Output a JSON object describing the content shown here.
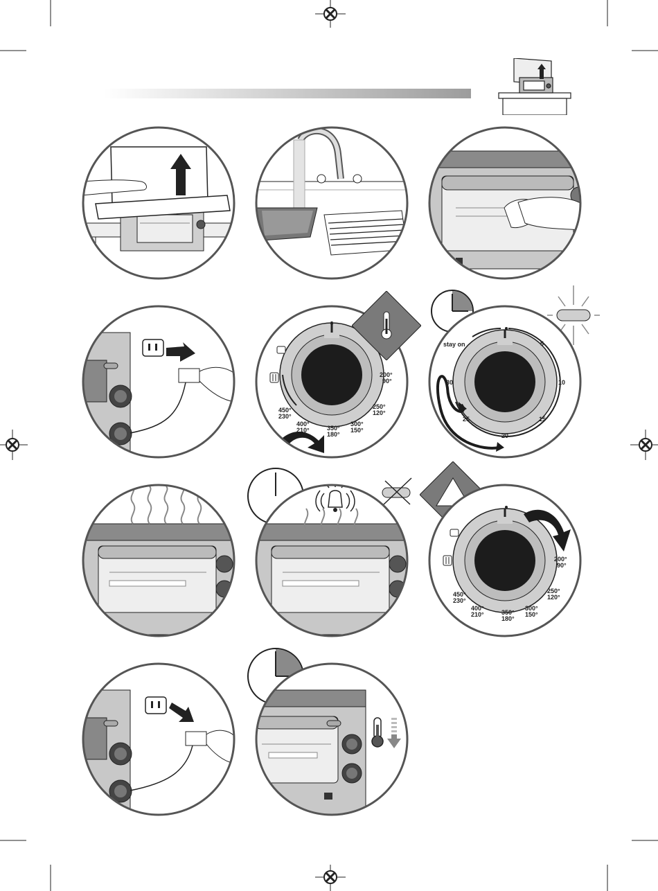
{
  "page": {
    "background": "#ffffff"
  },
  "colors": {
    "ink": "#222222",
    "mid_gray": "#9a9a9a",
    "light_gray": "#cfcfcf",
    "dark_gray": "#6e6e6e",
    "black": "#1c1c1c"
  },
  "icons": [
    "registration-mark-icon",
    "unpack-box-icon",
    "wash-accessories-icon",
    "wipe-oven-icon",
    "plug-in-icon",
    "thermostat-icon",
    "timer-icon",
    "indicator-light-icon",
    "smoke-icon",
    "bell-icon",
    "light-off-icon",
    "unplug-icon",
    "cool-down-icon"
  ],
  "thermostat_dial": {
    "temps": [
      {
        "f": "200°",
        "c": "90°"
      },
      {
        "f": "250°",
        "c": "120°"
      },
      {
        "f": "300°",
        "c": "150°"
      },
      {
        "f": "350°",
        "c": "180°"
      },
      {
        "f": "400°",
        "c": "210°"
      },
      {
        "f": "450°",
        "c": "230°"
      }
    ]
  },
  "timer_dial": {
    "stay_on": "stay on",
    "minutes": [
      "5",
      "10",
      "15",
      "20",
      "25",
      "30"
    ]
  }
}
